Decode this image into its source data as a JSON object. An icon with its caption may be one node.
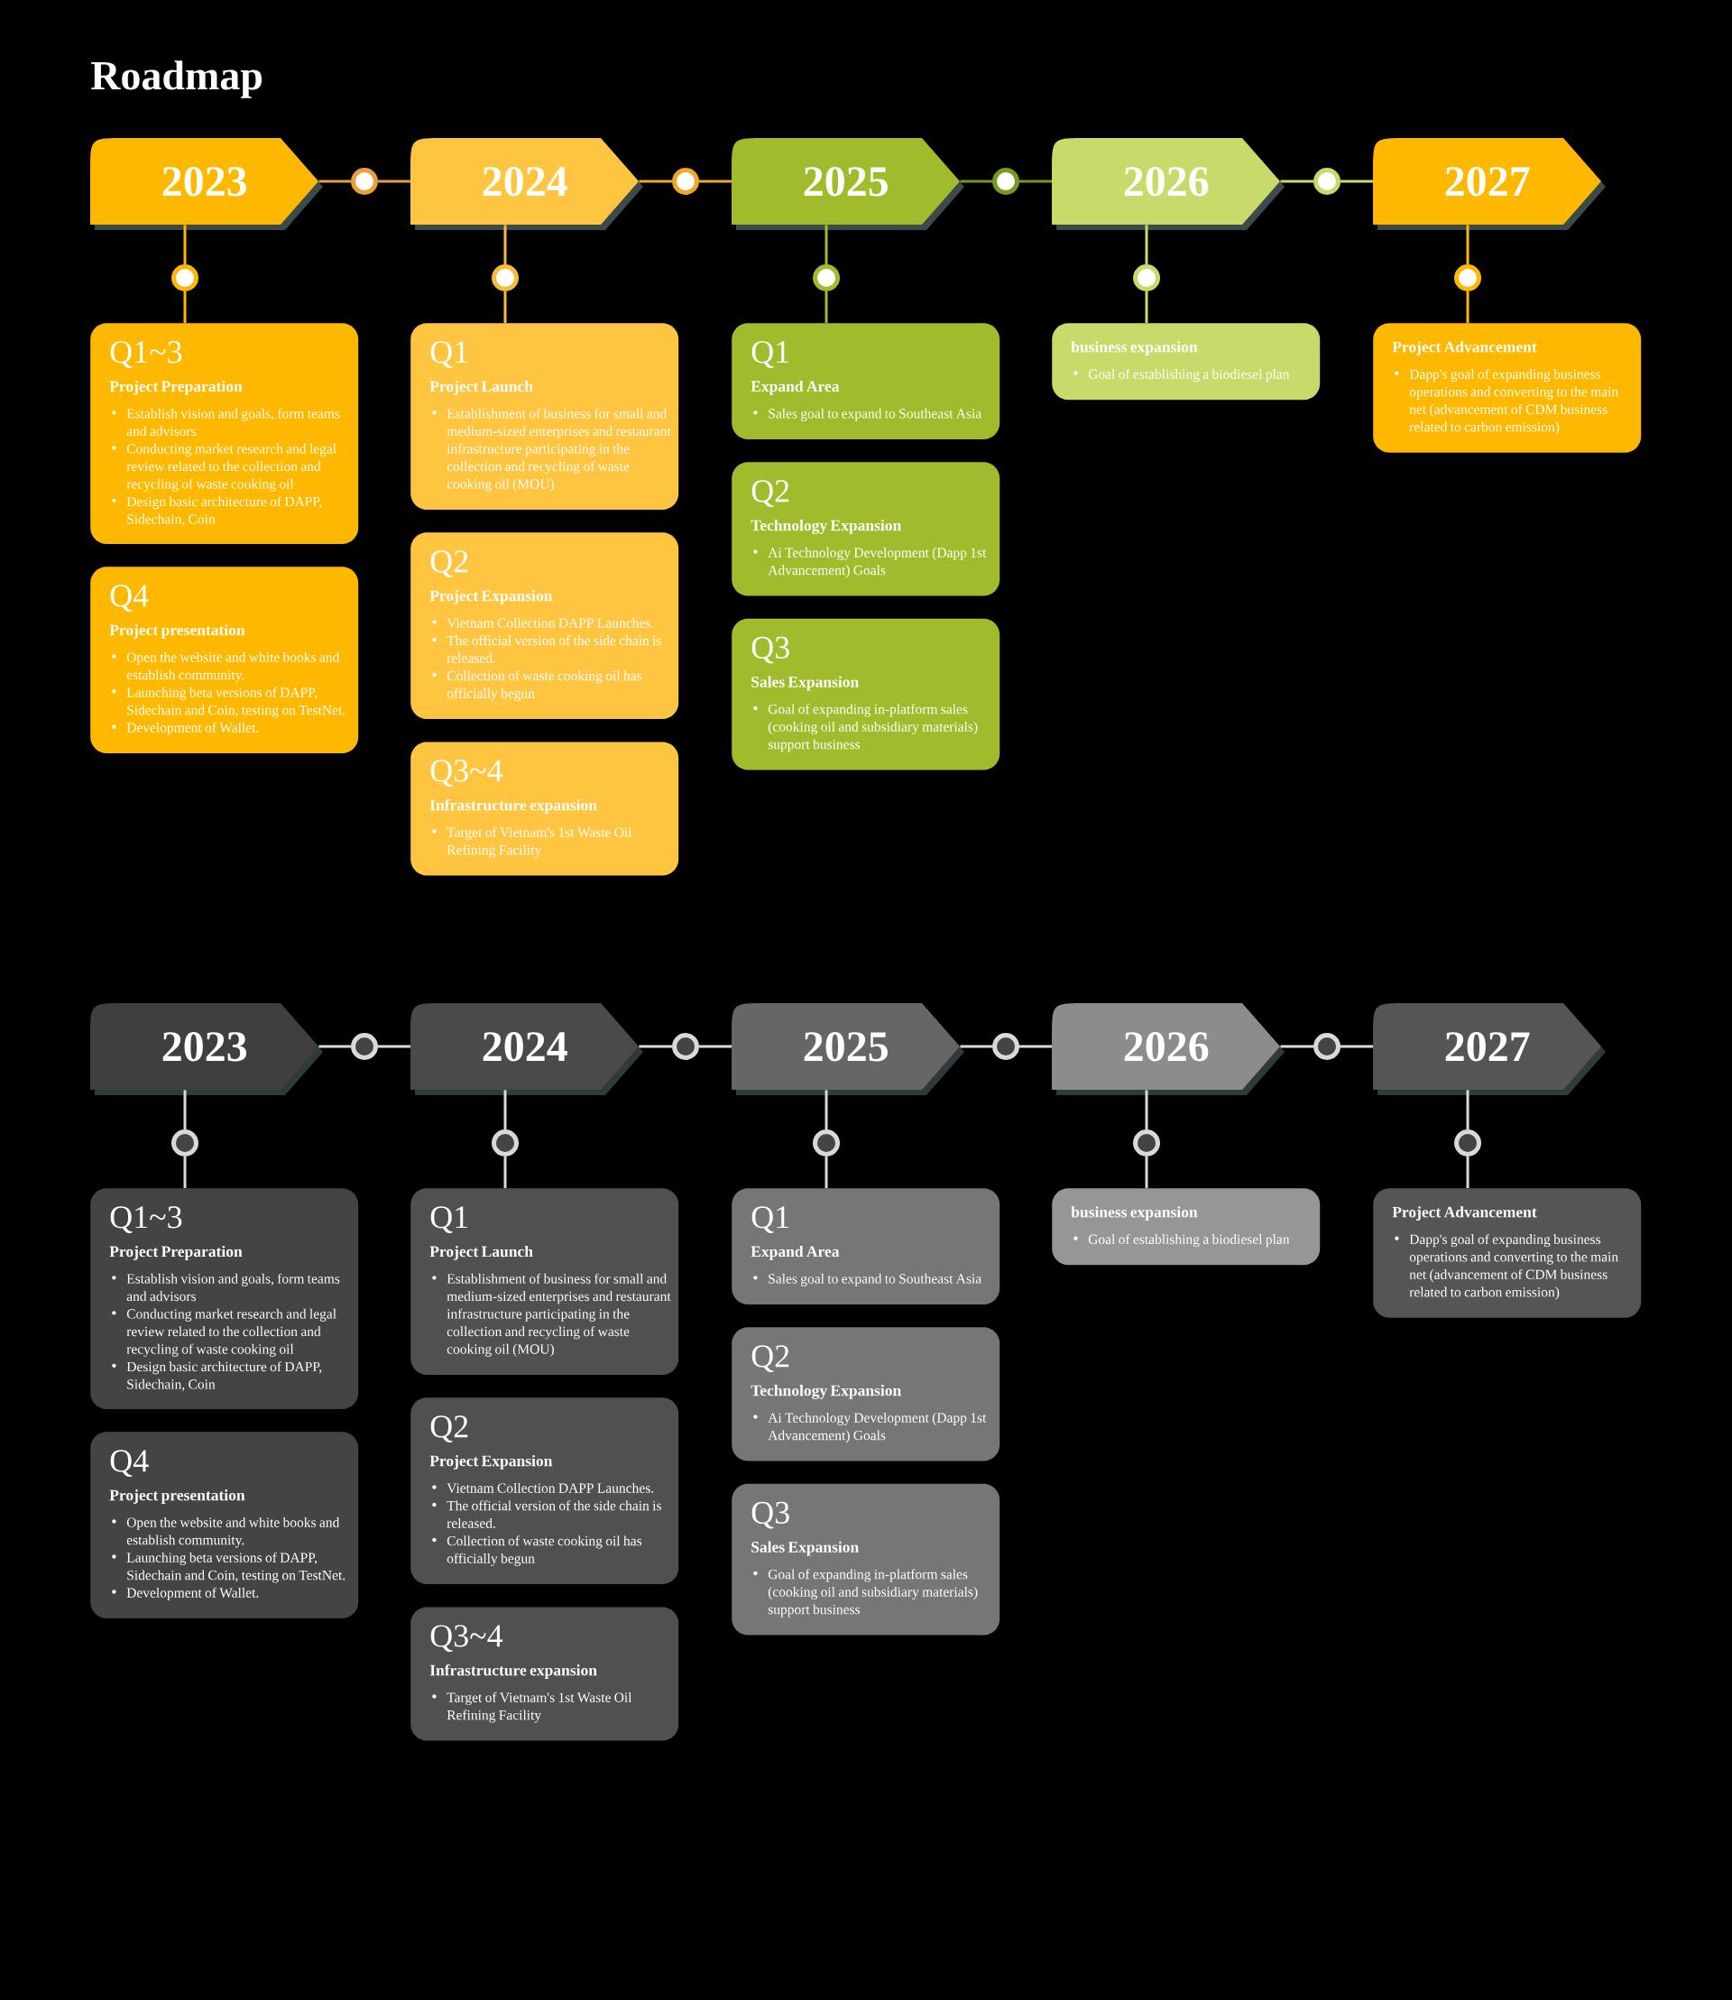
{
  "diagram": {
    "title": "Roadmap",
    "nodes": [
      {
        "text": [
          "2023"
        ]
      },
      {
        "text": [],
        "shape": "circle"
      },
      {
        "text": [
          "2024"
        ]
      },
      {
        "text": [],
        "shape": "circle"
      },
      {
        "text": [
          "2025"
        ]
      },
      {
        "text": [],
        "shape": "circle"
      },
      {
        "text": [
          "2026"
        ]
      },
      {
        "text": [],
        "shape": "circle"
      },
      {
        "text": [
          "2027"
        ]
      },
      {
        "text": [],
        "shape": "circle"
      },
      {
        "text": [],
        "shape": "circle"
      },
      {
        "text": [],
        "shape": "circle"
      },
      {
        "text": [],
        "shape": "circle"
      },
      {
        "text": [],
        "shape": "circle"
      },
      {
        "text": [
          "Q1~3",
          "Project Preparation",
          "Establish vision and goals, form teams and advisors",
          "Conducting market research and legal review related to the collection and recycling of waste cooking oil",
          "Design basic architecture of DAPP, Sidechain, Coin"
        ]
      },
      {
        "text": [
          "Q4",
          "Project presentation",
          "Open the website and white books and establish community.",
          "Launching beta versions of DAPP, Sidechain and Coin, testing on TestNet.",
          "Development of Wallet."
        ]
      },
      {
        "text": [
          "Q1",
          "Project Launch",
          "Establishment of business for small and medium-sized enterprises and restaurant infrastructure participating in the collection and recycling of waste cooking oil (MOU)"
        ]
      },
      {
        "text": [
          "Q2",
          "Project Expansion",
          "Vietnam Collection DAPP Launches.",
          "The official version of the side chain is released.",
          "Collection of waste cooking oil has officially begun"
        ]
      },
      {
        "text": [
          "Q3~4",
          "Infrastructure expansion",
          "Target of Vietnam's 1st Waste Oil Refining Facility"
        ]
      },
      {
        "text": [
          "Q1",
          "Expand Area",
          "Sales goal to expand to Southeast Asia"
        ]
      },
      {
        "text": [
          "Q2",
          "Technology Expansion",
          "Ai Technology Development (Dapp 1st Advancement) Goals"
        ]
      },
      {
        "text": [
          "Q3",
          "Sales Expansion",
          "Goal of expanding in-platform sales (cooking oil and subsidiary materials) support business"
        ]
      },
      {
        "text": [
          "business expansion",
          "Goal of establishing a biodiesel plan"
        ]
      },
      {
        "text": [
          "Project Advancement",
          "Dapp's goal of expanding business operations and converting to the main net (advancement of CDM business related to carbon emission)"
        ]
      },
      {
        "text": [
          "2023"
        ]
      },
      {
        "text": [],
        "shape": "circle"
      },
      {
        "text": [
          "2024"
        ]
      },
      {
        "text": [],
        "shape": "circle"
      },
      {
        "text": [
          "2025"
        ]
      },
      {
        "text": [],
        "shape": "circle"
      },
      {
        "text": [
          "2026"
        ]
      },
      {
        "text": [],
        "shape": "circle"
      },
      {
        "text": [
          "2027"
        ]
      },
      {
        "text": [],
        "shape": "circle"
      },
      {
        "text": [],
        "shape": "circle"
      },
      {
        "text": [],
        "shape": "circle"
      },
      {
        "text": [],
        "shape": "circle"
      },
      {
        "text": [],
        "shape": "circle"
      },
      {
        "text": [
          "Q1~3",
          "Project Preparation",
          "Establish vision and goals, form teams and advisors",
          "Conducting market research and legal review related to the collection and recycling of waste cooking oil",
          "Design basic architecture of DAPP, Sidechain, Coin"
        ]
      },
      {
        "text": [
          "Q4",
          "Project presentation",
          "Open the website and white books and establish community.",
          "Launching beta versions of DAPP, Sidechain and Coin, testing on TestNet.",
          "Development of Wallet."
        ]
      },
      {
        "text": [
          "Q1",
          "Project Launch",
          "Establishment of business for small and medium-sized enterprises and restaurant infrastructure participating in the collection and recycling of waste cooking oil (MOU)"
        ]
      },
      {
        "text": [
          "Q2",
          "Project Expansion",
          "Vietnam Collection DAPP Launches.",
          "The official version of the side chain is released.",
          "Collection of waste cooking oil has officially begun"
        ]
      },
      {
        "text": [
          "Q3~4",
          "Infrastructure expansion",
          "Target of Vietnam's 1st Waste Oil Refining Facility"
        ]
      },
      {
        "text": [
          "Q1",
          "Expand Area",
          "Sales goal to expand to Southeast Asia"
        ]
      },
      {
        "text": [
          "Q2",
          "Technology Expansion",
          "Ai Technology Development (Dapp 1st Advancement) Goals"
        ]
      },
      {
        "text": [
          "Q3",
          "Sales Expansion",
          "Goal of expanding in-platform sales (cooking oil and subsidiary materials) support business"
        ]
      },
      {
        "text": [
          "business expansion",
          "Goal of establishing a biodiesel plan"
        ]
      },
      {
        "text": [
          "Project Advancement",
          "Dapp's goal of expanding business operations and converting to the main net (advancement of CDM business related to carbon emission)"
        ]
      }
    ],
    "edges": [
      {
        "from": 0,
        "to": 1,
        "arrow": "none",
        "color": "#e8a03a"
      },
      {
        "from": 1,
        "to": 2,
        "arrow": "none",
        "color": "#e8a03a"
      },
      {
        "from": 2,
        "to": 3,
        "arrow": "none",
        "color": "#f0a828"
      },
      {
        "from": 3,
        "to": 4,
        "arrow": "none",
        "color": "#f0a828"
      },
      {
        "from": 4,
        "to": 5,
        "arrow": "none",
        "color": "#7a9a1e"
      },
      {
        "from": 5,
        "to": 6,
        "arrow": "none",
        "color": "#7a9a1e"
      },
      {
        "from": 6,
        "to": 7,
        "arrow": "none",
        "color": "#c8db6a"
      },
      {
        "from": 7,
        "to": 8,
        "arrow": "none",
        "color": "#c8db6a"
      },
      {
        "from": 0,
        "to": 9,
        "arrow": "none",
        "color": "#ffb800"
      },
      {
        "from": 9,
        "to": 14,
        "arrow": "none",
        "color": "#ffb800"
      },
      {
        "from": 2,
        "to": 10,
        "arrow": "none",
        "color": "#f5bb3a"
      },
      {
        "from": 10,
        "to": 16,
        "arrow": "none",
        "color": "#f5bb3a"
      },
      {
        "from": 4,
        "to": 11,
        "arrow": "none",
        "color": "#a0bc2c"
      },
      {
        "from": 11,
        "to": 19,
        "arrow": "none",
        "color": "#a0bc2c"
      },
      {
        "from": 6,
        "to": 12,
        "arrow": "none",
        "color": "#c8db6a"
      },
      {
        "from": 12,
        "to": 22,
        "arrow": "none",
        "color": "#c8db6a"
      },
      {
        "from": 8,
        "to": 13,
        "arrow": "none",
        "color": "#ffb800"
      },
      {
        "from": 13,
        "to": 23,
        "arrow": "none",
        "color": "#ffb800"
      },
      {
        "from": 24,
        "to": 25,
        "arrow": "none"
      },
      {
        "from": 25,
        "to": 26,
        "arrow": "none"
      },
      {
        "from": 26,
        "to": 27,
        "arrow": "none"
      },
      {
        "from": 27,
        "to": 28,
        "arrow": "none"
      },
      {
        "from": 28,
        "to": 29,
        "arrow": "none"
      },
      {
        "from": 29,
        "to": 30,
        "arrow": "none"
      },
      {
        "from": 30,
        "to": 31,
        "arrow": "none"
      },
      {
        "from": 31,
        "to": 32,
        "arrow": "none"
      },
      {
        "from": 24,
        "to": 33,
        "arrow": "none"
      },
      {
        "from": 33,
        "to": 38,
        "arrow": "none"
      },
      {
        "from": 26,
        "to": 34,
        "arrow": "none"
      },
      {
        "from": 34,
        "to": 40,
        "arrow": "none"
      },
      {
        "from": 28,
        "to": 35,
        "arrow": "none"
      },
      {
        "from": 35,
        "to": 43,
        "arrow": "none"
      },
      {
        "from": 30,
        "to": 36,
        "arrow": "none"
      },
      {
        "from": 36,
        "to": 46,
        "arrow": "none"
      },
      {
        "from": 32,
        "to": 37,
        "arrow": "none"
      },
      {
        "from": 37,
        "to": 47,
        "arrow": "none"
      }
    ]
  }
}
